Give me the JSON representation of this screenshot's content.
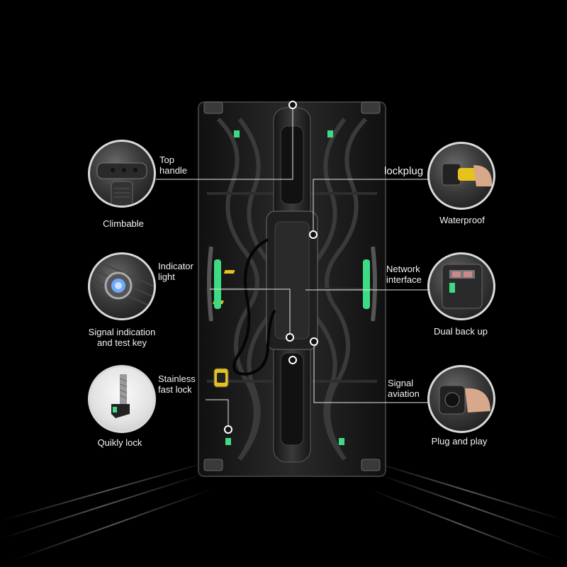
{
  "callouts": {
    "top_handle": {
      "label_line1": "Top",
      "label_line2": "handle",
      "caption": "Climbable"
    },
    "indicator": {
      "label_line1": "Indicator",
      "label_line2": "light",
      "caption_line1": "Signal indication",
      "caption_line2": "and test key"
    },
    "lock": {
      "label_line1": "Stainless",
      "label_line2": "fast lock",
      "caption": "Quikly lock"
    },
    "lockplug": {
      "label": "lockplug",
      "caption": "Waterproof"
    },
    "network": {
      "label_line1": "Network",
      "label_line2": "interface",
      "caption": "Dual back up"
    },
    "signal": {
      "label_line1": "Signal",
      "label_line2": "aviation",
      "caption": "Plug and play"
    }
  },
  "colors": {
    "background": "#000000",
    "panel": "#1c1c1c",
    "accent_green": "#3ddc84",
    "accent_yellow": "#e6c21c",
    "callout_line": "#e6e6e6"
  }
}
